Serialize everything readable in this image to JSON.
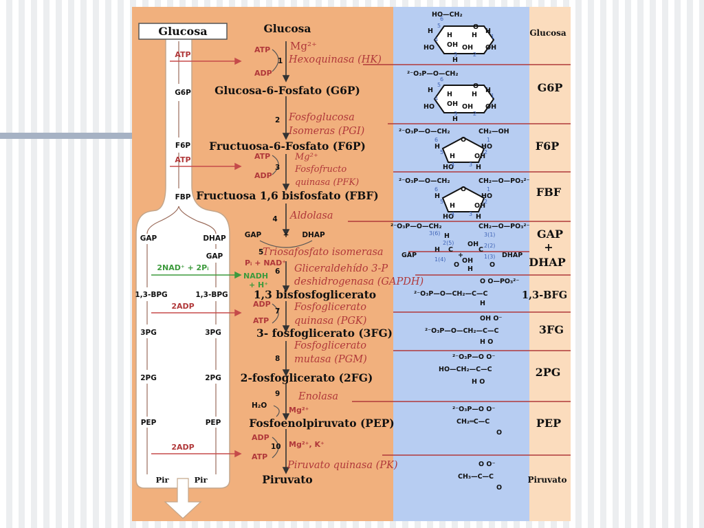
{
  "colors": {
    "tan": "#f1b07d",
    "blue": "#b7cdf2",
    "peach": "#fbdcbd",
    "enzyme": "#b0383a",
    "green": "#3c9a3c"
  },
  "flow": {
    "start_label": "Glucosa",
    "left_mid": [
      "G6P",
      "F6P",
      "FBP"
    ],
    "left_top": [
      "GAP",
      "1,3-BPG",
      "3PG",
      "2PG",
      "PEP"
    ],
    "right_top": [
      "DHAP",
      "GAP",
      "1,3-BPG",
      "3PG",
      "2PG",
      "PEP"
    ],
    "reactants": [
      "ATP",
      "ATP",
      "2ADP",
      "2ADP"
    ],
    "nad": "2NAD⁺ + 2Pᵢ",
    "pir": [
      "Pir",
      "Pir"
    ]
  },
  "pathway": {
    "metabolites": [
      "Glucosa",
      "Glucosa-6-Fosfato (G6P)",
      "Fructuosa-6-Fosfato (F6P)",
      "Fructuosa 1,6 bisfosfato (FBF)",
      "1,3 bisfosfoglicerato",
      "3- fosfoglicerato (3FG)",
      "2-fosfoglicerato (2FG)",
      "Fosfoenolpiruvato (PEP)",
      "Piruvato"
    ],
    "gap_dhap": [
      "GAP",
      "+",
      "DHAP"
    ],
    "steps": [
      "1",
      "2",
      "3",
      "4",
      "5",
      "6",
      "7",
      "8",
      "9",
      "10"
    ],
    "cofactors": {
      "mg_big": "Mg²⁺",
      "atp": "ATP",
      "adp": "ADP",
      "pnad": "Pᵢ + NAD⁺",
      "nadh": "NADH",
      "hplus": "+ H⁺",
      "h2o": "H₂O",
      "mg": "Mg²⁺",
      "mgk": "Mg²⁺, K⁺"
    },
    "enzymes": [
      {
        "lines": [
          "Mg²⁺",
          "Hexoquinasa (HK)"
        ]
      },
      {
        "lines": [
          "Fosfoglucosa",
          "Isomeras (PGI)"
        ]
      },
      {
        "lines": [
          "Mg²⁺",
          "Fosfofructo",
          "quinasa (PFK)"
        ]
      },
      {
        "lines": [
          "Aldolasa"
        ]
      },
      {
        "lines": [
          "Triosafosfato isomerasa"
        ]
      },
      {
        "lines": [
          "Gliceraldehído 3-P",
          "deshidrogenasa (GAPDH)"
        ]
      },
      {
        "lines": [
          "Fosfoglicerato",
          "quinasa (PGK)"
        ]
      },
      {
        "lines": [
          "Fosfoglicerato",
          "mutasa (PGM)"
        ]
      },
      {
        "lines": [
          "Enolasa"
        ]
      },
      {
        "lines": [
          "Piruvato quinasa (PK)"
        ]
      }
    ]
  },
  "structures": {
    "glucosa": {
      "top": "HO—CH₂",
      "ring": [
        "H",
        "O",
        "H",
        "H",
        "OH",
        "H",
        "HO",
        "OH",
        "H",
        "OH"
      ],
      "nums": [
        "6",
        "5",
        "4",
        "3",
        "2",
        "1"
      ]
    },
    "g6p": {
      "top": "²⁻O₃P—O—CH₂",
      "ring": [
        "H",
        "O",
        "H",
        "H",
        "OH",
        "H",
        "HO",
        "OH",
        "H",
        "OH"
      ],
      "nums": [
        "6",
        "5",
        "4",
        "3",
        "2",
        "1"
      ]
    },
    "f6p": {
      "top": "²⁻O₃P—O—CH₂",
      "right": "CH₂—OH",
      "ring": [
        "O",
        "H",
        "HO",
        "H",
        "OH",
        "HO",
        "H"
      ],
      "nums": [
        "6",
        "5",
        "4",
        "3",
        "2",
        "1"
      ]
    },
    "fbf": {
      "top": "²⁻O₃P—O—CH₂",
      "right": "CH₂—O—PO₃²⁻",
      "ring": [
        "O",
        "H",
        "HO",
        "H",
        "OH",
        "HO",
        "H"
      ],
      "nums": [
        "6",
        "5",
        "4",
        "3",
        "2",
        "1"
      ]
    },
    "gapdhap": {
      "top": "²⁻O₃P—O—CH₂",
      "right": "CH₂—O—PO₃²⁻",
      "labels": [
        "3(6)",
        "2(5)",
        "1(4)",
        "3(1)",
        "2(2)",
        "1(3)",
        "H",
        "C",
        "C",
        "O",
        "H",
        "OH",
        "O",
        "OH",
        "H"
      ],
      "gap": "GAP",
      "plus": "+",
      "dhap": "DHAP"
    },
    "bfg": {
      "line1": "O     O—PO₃²⁻",
      "line2": "²⁻O₃P—O—CH₂—C—C",
      "line3": "H"
    },
    "fg3": {
      "line1": "OH    O⁻",
      "line2": "²⁻O₃P—O—CH₂—C—C",
      "line3": "H    O"
    },
    "fg2": {
      "line1": "²⁻O₃P—O   O⁻",
      "line2": "HO—CH₂—C—C",
      "line3": "H    O"
    },
    "pep": {
      "line1": "²⁻O₃P—O   O⁻",
      "line2": "CH₂═C—C",
      "line3": "O"
    },
    "pir": {
      "line1": "O    O⁻",
      "line2": "CH₃—C—C",
      "line3": "O"
    }
  },
  "abbr": [
    "Glucosa",
    "G6P",
    "F6P",
    "FBF",
    "GAP",
    "+",
    "DHAP",
    "1,3-BFG",
    "3FG",
    "2PG",
    "PEP",
    "Piruvato"
  ]
}
